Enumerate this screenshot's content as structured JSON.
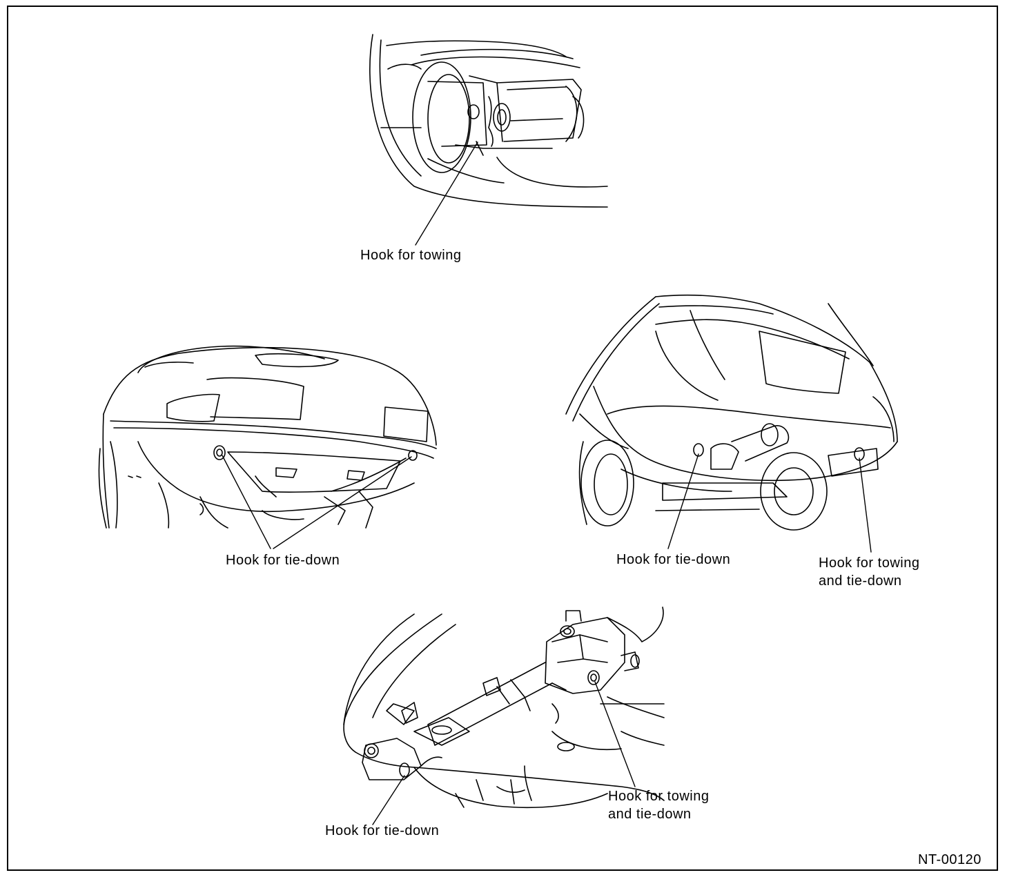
{
  "labels": {
    "top_towing": "Hook for towing",
    "front_tiedown": "Hook for tie-down",
    "rear_tiedown": "Hook for tie-down",
    "rear_towing_line1": "Hook for towing",
    "rear_towing_line2": "and tie-down",
    "bottom_towing_line1": "Hook for towing",
    "bottom_towing_line2": "and tie-down",
    "bottom_tiedown": "Hook for tie-down"
  },
  "figure_code": "NT-00120",
  "colors": {
    "line": "#000000",
    "background": "#ffffff"
  }
}
